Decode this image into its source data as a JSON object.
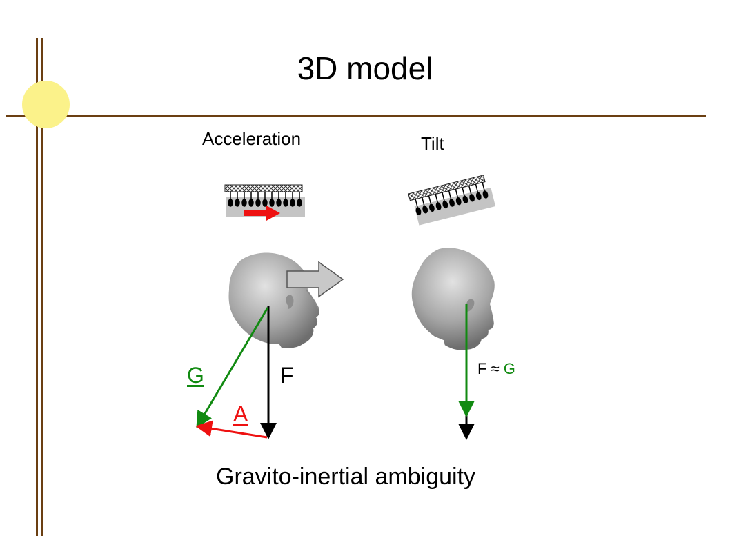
{
  "slide": {
    "title": "3D model",
    "caption": "Gravito-inertial ambiguity"
  },
  "panels": {
    "acceleration": {
      "label": "Acceleration"
    },
    "tilt": {
      "label": "Tilt"
    }
  },
  "vectors": {
    "g_label": "G",
    "f_label": "F",
    "a_label": "A",
    "f_approx_g": {
      "f": "F",
      "approx": "≈",
      "g": "G"
    }
  },
  "colors": {
    "frame": "#6b3f12",
    "sun": "#fbf28a",
    "gravity": "#118a11",
    "acceleration": "#ee1111",
    "force": "#000000",
    "head": "#a8a8a8",
    "arrow_fill": "#c8c8c8"
  }
}
